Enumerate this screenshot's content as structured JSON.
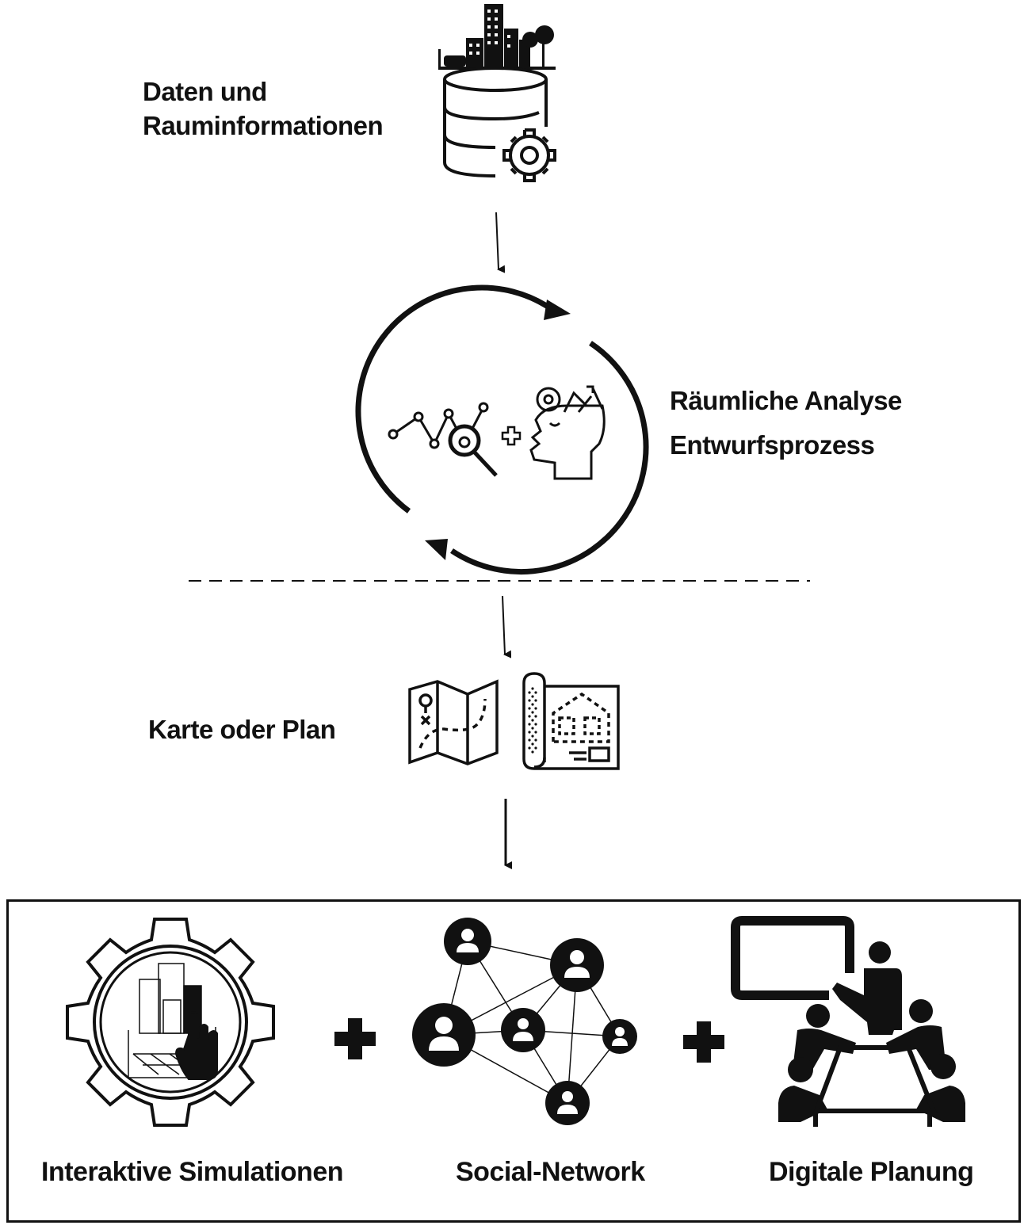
{
  "steps": {
    "data": {
      "line1": "Daten und",
      "line2": "Rauminformationen",
      "icon": "database-city-gear-icon"
    },
    "analysis": {
      "line1": "Räumliche Analyse",
      "line2": "Entwurfsprozess",
      "icon": "analysis-design-cycle-icon"
    },
    "map": {
      "label": "Karte oder Plan",
      "icons": [
        "folded-map-icon",
        "blueprint-plan-icon"
      ]
    }
  },
  "outputs": {
    "simulation": {
      "label": "Interaktive Simulationen",
      "icon": "simulation-gear-icon"
    },
    "social": {
      "label": "Social-Network",
      "icon": "social-network-icon"
    },
    "planning": {
      "label": "Digitale Planung",
      "icon": "meeting-presentation-icon"
    },
    "joiner": "+"
  },
  "colors": {
    "ink": "#111111",
    "background": "#ffffff"
  }
}
